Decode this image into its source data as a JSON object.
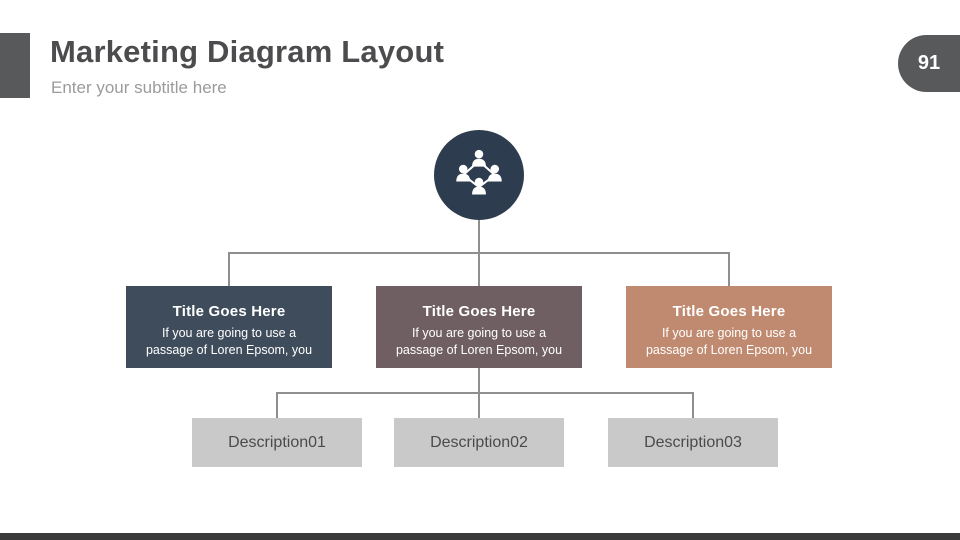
{
  "header": {
    "title": "Marketing Diagram Layout",
    "subtitle": "Enter your subtitle here",
    "page_number": "91"
  },
  "colors": {
    "accent": "#58595b",
    "badge": "#58595b",
    "footer": "#3a3a3a",
    "circle": "#2d3c4e",
    "connector": "#8f8f8f",
    "node1": "#3f4c5b",
    "node2": "#6f5f63",
    "node3": "#c08a70",
    "description": "#c9c9c9"
  },
  "diagram": {
    "root_icon": "people-network",
    "nodes": [
      {
        "title": "Title Goes Here",
        "body": "If you are going to use a passage of Loren Epsom, you"
      },
      {
        "title": "Title Goes Here",
        "body": "If you are going to use a passage of Loren Epsom, you"
      },
      {
        "title": "Title Goes Here",
        "body": "If you are going to use a passage of Loren Epsom, you"
      }
    ],
    "descriptions": [
      "Description01",
      "Description02",
      "Description03"
    ]
  }
}
